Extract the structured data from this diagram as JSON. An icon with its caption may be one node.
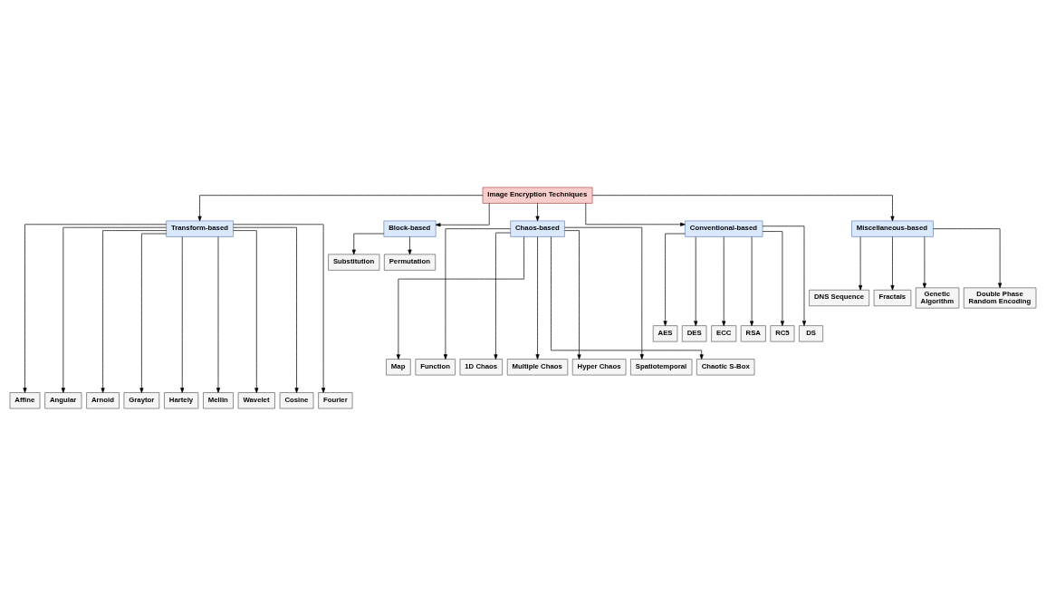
{
  "diagram": {
    "nodes": [
      {
        "text": [
          "Image Encryption Techniques"
        ]
      },
      {
        "text": [
          "Transform-based"
        ]
      },
      {
        "text": [
          "Block-based"
        ]
      },
      {
        "text": [
          "Chaos-based"
        ]
      },
      {
        "text": [
          "Conventional-based"
        ]
      },
      {
        "text": [
          "Miscellaneous-based"
        ]
      },
      {
        "text": [
          "Substitution"
        ]
      },
      {
        "text": [
          "Permutation"
        ]
      },
      {
        "text": [
          "AES"
        ]
      },
      {
        "text": [
          "DES"
        ]
      },
      {
        "text": [
          "ECC"
        ]
      },
      {
        "text": [
          "RSA"
        ]
      },
      {
        "text": [
          "RC5"
        ]
      },
      {
        "text": [
          "DS"
        ]
      },
      {
        "text": [
          "Map"
        ]
      },
      {
        "text": [
          "Function"
        ]
      },
      {
        "text": [
          "1D Chaos"
        ]
      },
      {
        "text": [
          "Multiple Chaos"
        ]
      },
      {
        "text": [
          "Hyper Chaos"
        ]
      },
      {
        "text": [
          "Spatiotemporal"
        ]
      },
      {
        "text": [
          "Chaotic S-Box"
        ]
      },
      {
        "text": [
          "DNS Sequence"
        ]
      },
      {
        "text": [
          "Fractals"
        ]
      },
      {
        "text": [
          "Genetic Algorithm"
        ]
      },
      {
        "text": [
          "Double Phase Random Encoding"
        ]
      },
      {
        "text": [
          "Affine"
        ]
      },
      {
        "text": [
          "Angular"
        ]
      },
      {
        "text": [
          "Arnoid"
        ]
      },
      {
        "text": [
          "Graytor"
        ]
      },
      {
        "text": [
          "Hartely"
        ]
      },
      {
        "text": [
          "Mellin"
        ]
      },
      {
        "text": [
          "Wavelet"
        ]
      },
      {
        "text": [
          "Cosine"
        ]
      },
      {
        "text": [
          "Fourier"
        ]
      }
    ],
    "edges": [
      {
        "from": 0,
        "to": 1,
        "arrow": "to"
      },
      {
        "from": 0,
        "to": 2,
        "arrow": "to"
      },
      {
        "from": 0,
        "to": 3,
        "arrow": "to"
      },
      {
        "from": 0,
        "to": 4,
        "arrow": "to"
      },
      {
        "from": 0,
        "to": 5,
        "arrow": "to"
      },
      {
        "from": 2,
        "to": 6,
        "arrow": "to"
      },
      {
        "from": 2,
        "to": 7,
        "arrow": "to"
      },
      {
        "from": 4,
        "to": 8,
        "arrow": "to"
      },
      {
        "from": 4,
        "to": 9,
        "arrow": "to"
      },
      {
        "from": 4,
        "to": 10,
        "arrow": "to"
      },
      {
        "from": 4,
        "to": 11,
        "arrow": "to"
      },
      {
        "from": 4,
        "to": 12,
        "arrow": "to"
      },
      {
        "from": 4,
        "to": 13,
        "arrow": "to"
      },
      {
        "from": 3,
        "to": 14,
        "arrow": "to"
      },
      {
        "from": 3,
        "to": 15,
        "arrow": "to"
      },
      {
        "from": 3,
        "to": 16,
        "arrow": "to"
      },
      {
        "from": 3,
        "to": 17,
        "arrow": "to"
      },
      {
        "from": 3,
        "to": 18,
        "arrow": "to"
      },
      {
        "from": 3,
        "to": 19,
        "arrow": "to"
      },
      {
        "from": 3,
        "to": 20,
        "arrow": "to"
      },
      {
        "from": 5,
        "to": 21,
        "arrow": "to"
      },
      {
        "from": 5,
        "to": 22,
        "arrow": "to"
      },
      {
        "from": 5,
        "to": 23,
        "arrow": "to"
      },
      {
        "from": 5,
        "to": 24,
        "arrow": "to"
      },
      {
        "from": 1,
        "to": 25,
        "arrow": "to"
      },
      {
        "from": 1,
        "to": 26,
        "arrow": "to"
      },
      {
        "from": 1,
        "to": 27,
        "arrow": "to"
      },
      {
        "from": 1,
        "to": 28,
        "arrow": "to"
      },
      {
        "from": 1,
        "to": 29,
        "arrow": "to"
      },
      {
        "from": 1,
        "to": 30,
        "arrow": "to"
      },
      {
        "from": 1,
        "to": 31,
        "arrow": "to"
      },
      {
        "from": 1,
        "to": 32,
        "arrow": "to"
      },
      {
        "from": 1,
        "to": 33,
        "arrow": "to"
      }
    ]
  }
}
